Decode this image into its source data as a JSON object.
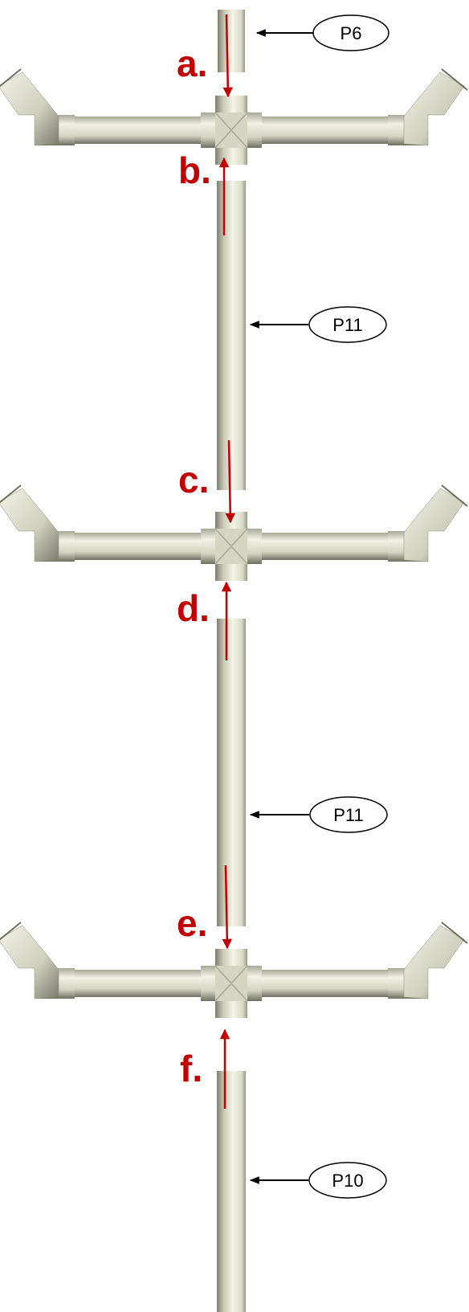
{
  "steps": [
    {
      "label": "a.",
      "direction": "down"
    },
    {
      "label": "b.",
      "direction": "up"
    },
    {
      "label": "c.",
      "direction": "down"
    },
    {
      "label": "d.",
      "direction": "up"
    },
    {
      "label": "e.",
      "direction": "down"
    },
    {
      "label": "f.",
      "direction": "up"
    }
  ],
  "parts": [
    {
      "label": "P6"
    },
    {
      "label": "P11"
    },
    {
      "label": "P11"
    },
    {
      "label": "P10"
    }
  ],
  "colors": {
    "pipe_light": "#f3f3e6",
    "pipe_mid": "#d9d9c6",
    "pipe_dark": "#8f8f80",
    "step_arrow": "#c00000",
    "step_label": "#c00000",
    "callout": "#000000"
  },
  "icons": {
    "cross_fitting": "cross-fitting-icon",
    "elbow": "elbow-icon"
  }
}
